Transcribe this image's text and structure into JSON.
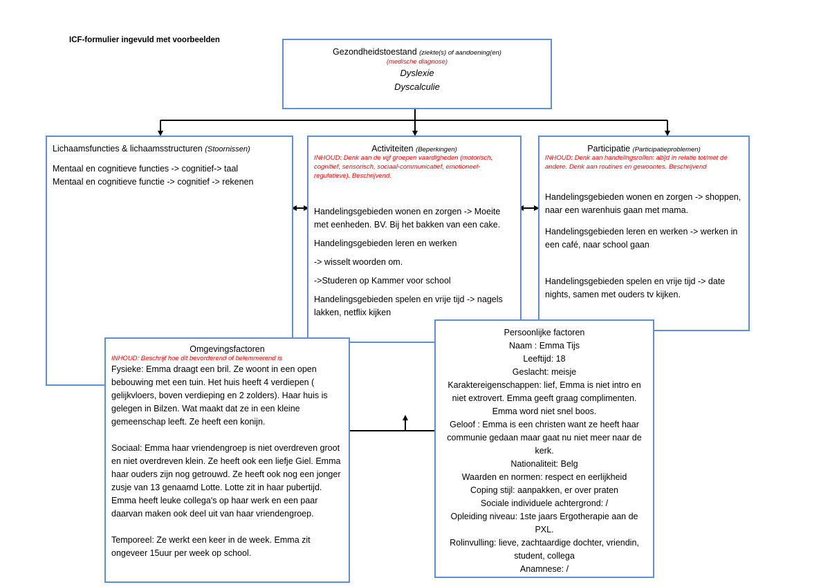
{
  "page_title": "ICF-formulier ingevuld met voorbeelden",
  "colors": {
    "box_border": "#5b8fd6",
    "instruction_text": "#ff0000"
  },
  "health": {
    "title": "Gezondheidstoestand",
    "title_sub": "(ziekte(s) of aandoening(en)",
    "subtitle": "(medische diagnose)",
    "items": [
      "Dyslexie",
      "Dyscalculie"
    ]
  },
  "body_functions": {
    "title": "Lichaamsfuncties & lichaamsstructuren",
    "title_sub": "(Stoornissen)",
    "lines": [
      "Mentaal en cognitieve functies -> cognitief-> taal",
      "Mentaal en cognitieve functie -> cognitief -> rekenen"
    ]
  },
  "activities": {
    "title": "Activiteiten",
    "title_sub": "(Beperkingen)",
    "instruction": "INHOUD: Denk aan de vijf groepen vaardigheden (motorisch, cognitief, sensorisch, sociaal-communicatief, emotioneel-regulatieve). Beschrijvend.",
    "lines": [
      "Handelingsgebieden wonen en zorgen -> Moeite met eenheden. BV. Bij het bakken van een cake.",
      "Handelingsgebieden leren en werken",
      "-> wisselt woorden om.",
      "->Studeren op Kammer voor school",
      "Handelingsgebieden spelen en vrije tijd -> nagels lakken, netflix kijken"
    ]
  },
  "participation": {
    "title": "Participatie",
    "title_sub": "(Participatieproblemen)",
    "instruction": "INHOUD: Denk aan handelingsrollen: altijd in relatie tot/met de andere. Denk aan routines en gewoontes. Beschrijvend",
    "lines": [
      "Handelingsgebieden wonen en zorgen -> shoppen, naar een warenhuis gaan met mama.",
      "Handelingsgebieden leren en werken -> werken in een café, naar school gaan",
      "Handelingsgebieden spelen en vrije tijd -> date nights, samen met ouders tv kijken."
    ]
  },
  "environment": {
    "title": "Omgevingsfactoren",
    "instruction": "INHOUD: Beschrijf hoe dit bevorderend of belemmerend is",
    "fysiek": "Fysieke: Emma draagt een bril. Ze woont in een open bebouwing met een tuin. Het huis heeft 4 verdiepen ( gelijkvloers, boven verdieping en 2 zolders). Haar huis is gelegen in Bilzen. Wat maakt dat ze in een kleine gemeenschap leeft.  Ze heeft een konijn.",
    "sociaal": "Sociaal: Emma haar vriendengroep is niet overdreven groot en niet overdreven klein. Ze heeft ook een liefje Giel. Emma haar ouders zijn nog getrouwd. Ze heeft ook nog een jonger zusje van 13 genaamd Lotte. Lotte zit in haar pubertijd.",
    "collegas": "Emma heeft leuke collega's op haar werk en een  paar daarvan maken ook deel uit van haar vriendengroep.",
    "temporeel": "Temporeel:  Ze werkt een keer in de week. Emma zit ongeveer 15uur per week op school."
  },
  "personal": {
    "title": "Persoonlijke factoren",
    "lines": [
      "Naam : Emma Tijs",
      "Leeftijd: 18",
      "Geslacht: meisje",
      "Karaktereigenschappen: lief, Emma is niet intro en niet extrovert. Emma geeft graag complimenten. Emma word niet snel boos.",
      "Geloof : Emma is een christen want ze heeft haar communie gedaan maar gaat nu niet meer naar de kerk.",
      "Nationaliteit: Belg",
      "Waarden en normen: respect en eerlijkheid",
      "Coping stijl: aanpakken, er over praten",
      "Sociale individuele achtergrond:  /",
      "Opleiding niveau: 1ste jaars Ergotherapie aan de PXL.",
      "Rolinvulling: lieve, zachtaardige dochter, vriendin, student, collega",
      "Anamnese: /"
    ]
  }
}
